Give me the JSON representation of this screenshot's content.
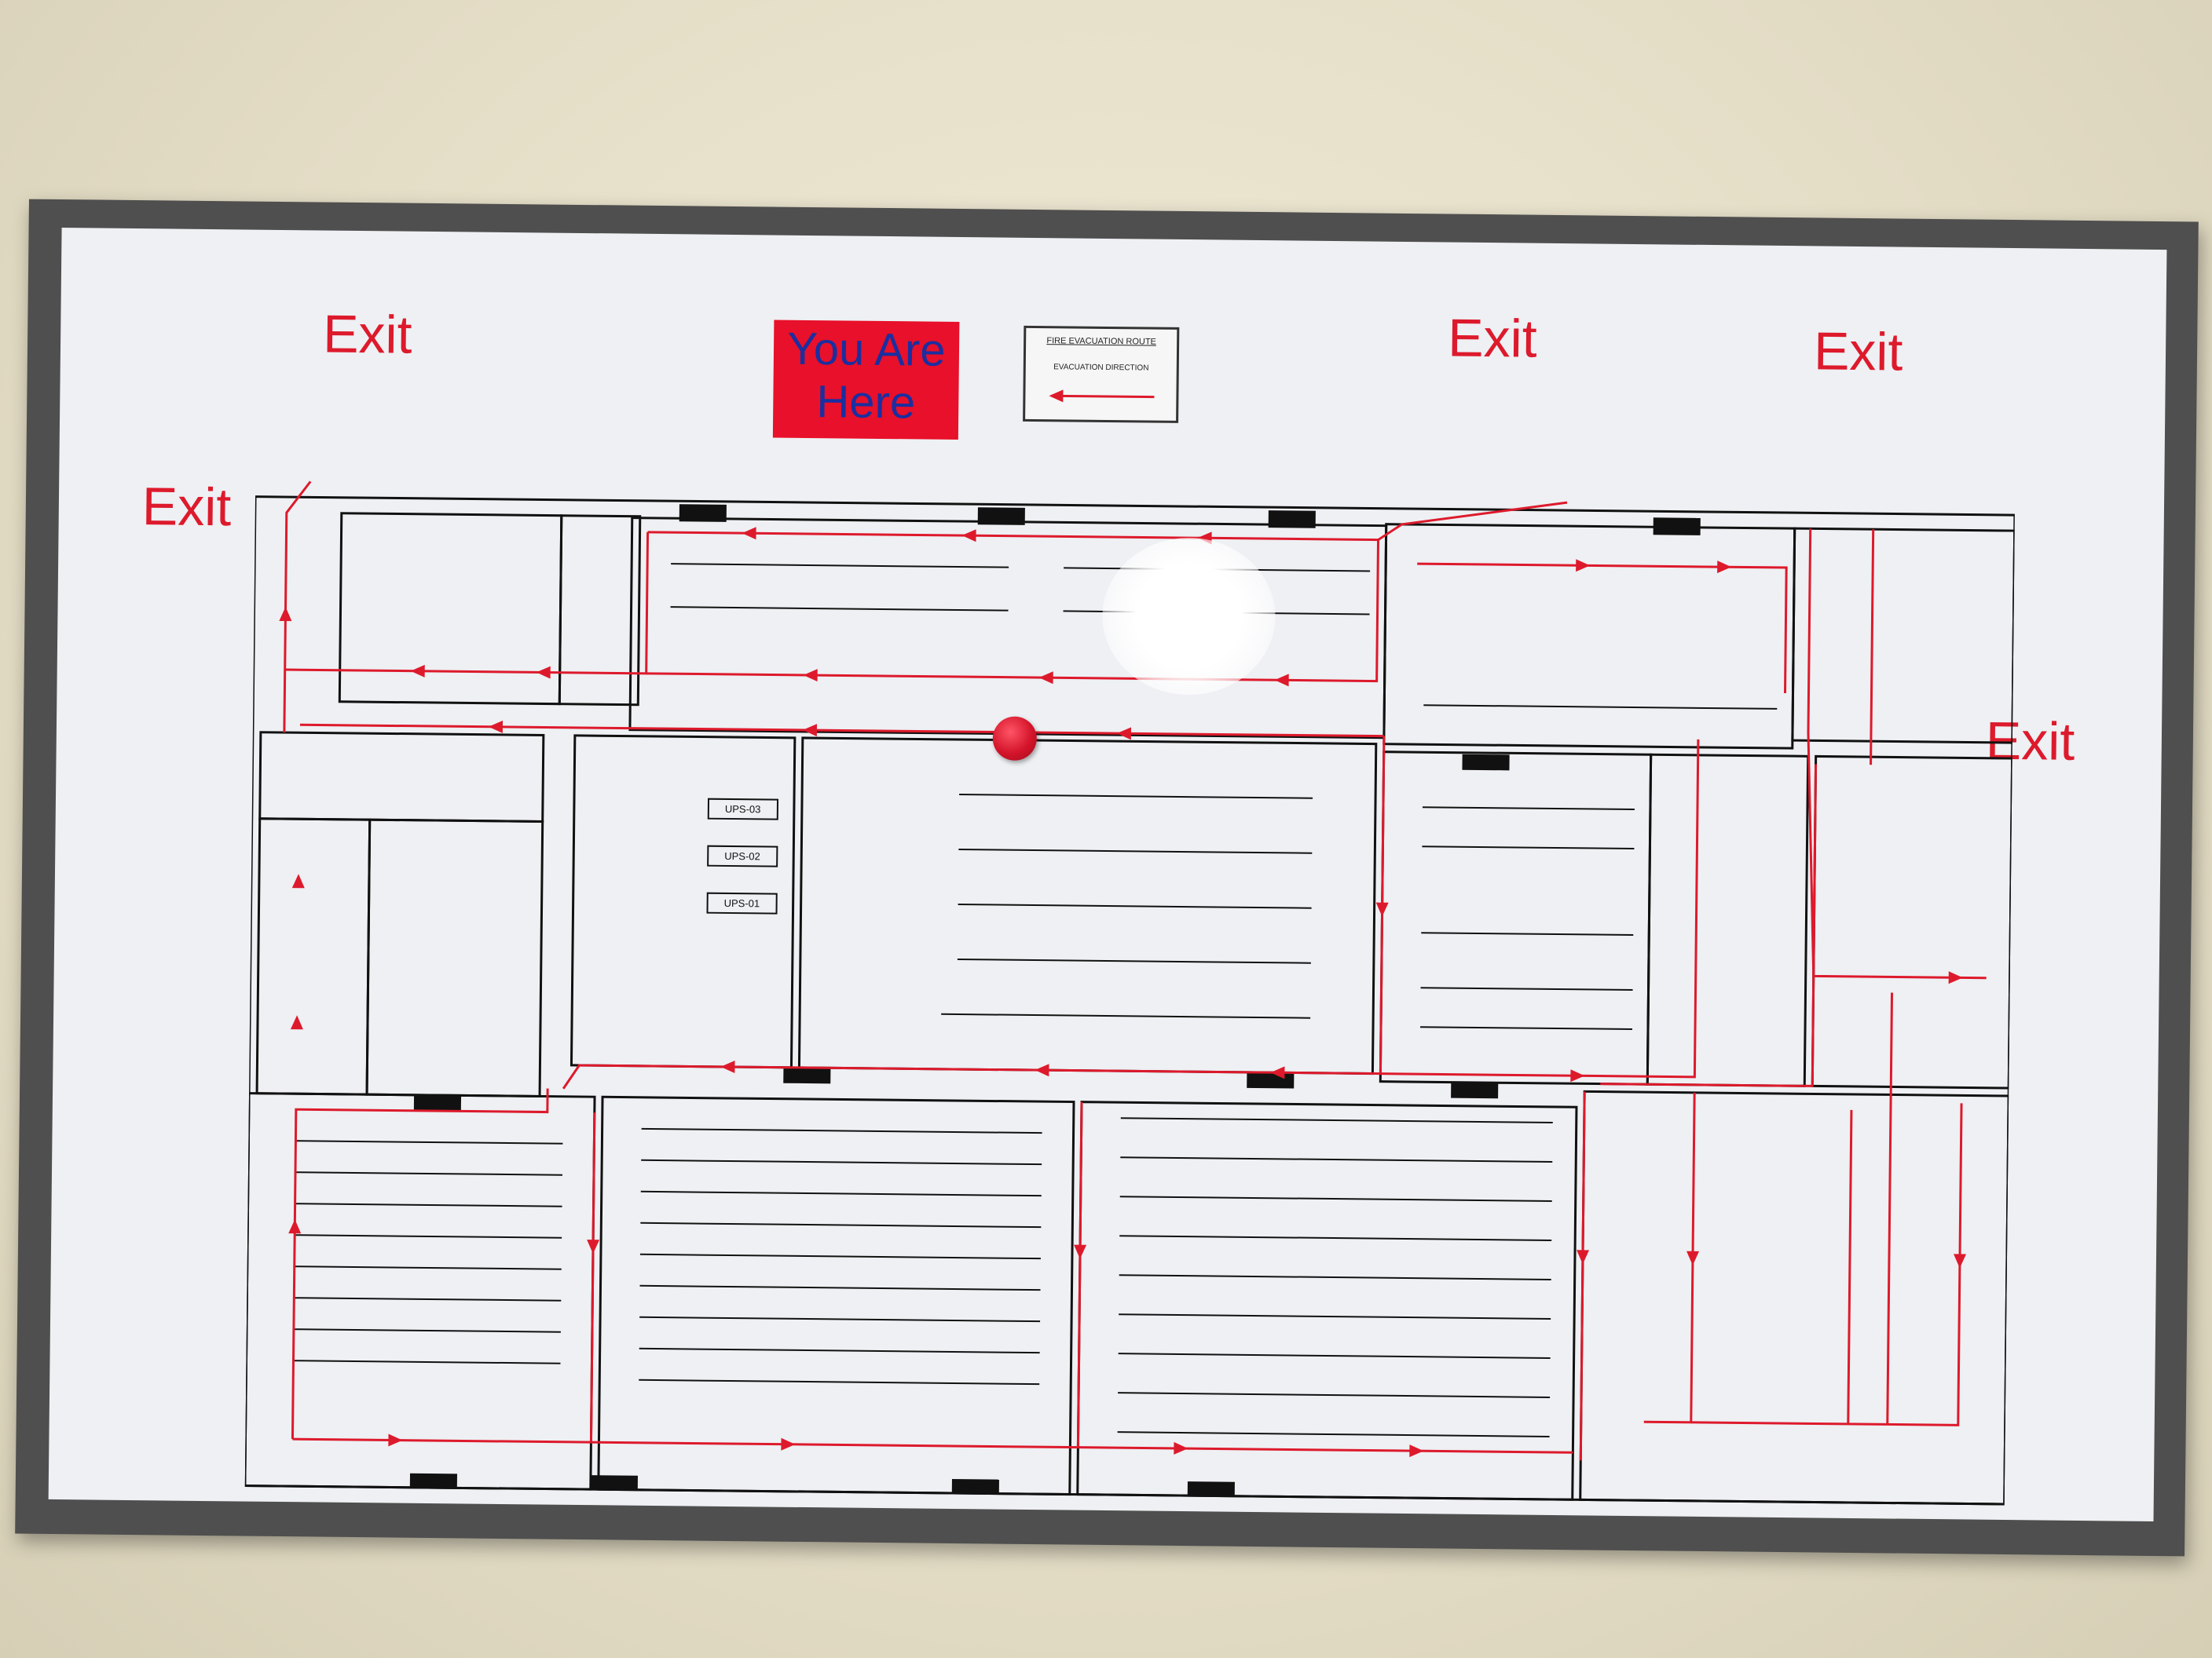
{
  "sign": {
    "exits": [
      "Exit",
      "Exit",
      "Exit",
      "Exit",
      "Exit"
    ],
    "you_are_here": [
      "You Are",
      "Here"
    ],
    "legend": {
      "route_title": "FIRE EVACUATION ROUTE",
      "direction_label": "EVACUATION DIRECTION"
    },
    "rooms": [
      "UPS-03",
      "UPS-02",
      "UPS-01"
    ]
  },
  "colors": {
    "route": "#dd1a2c",
    "you_are_here_bg": "#e8102a",
    "you_are_here_text": "#1a2fa0",
    "frame": "#4f4f4f",
    "line": "#111111"
  }
}
